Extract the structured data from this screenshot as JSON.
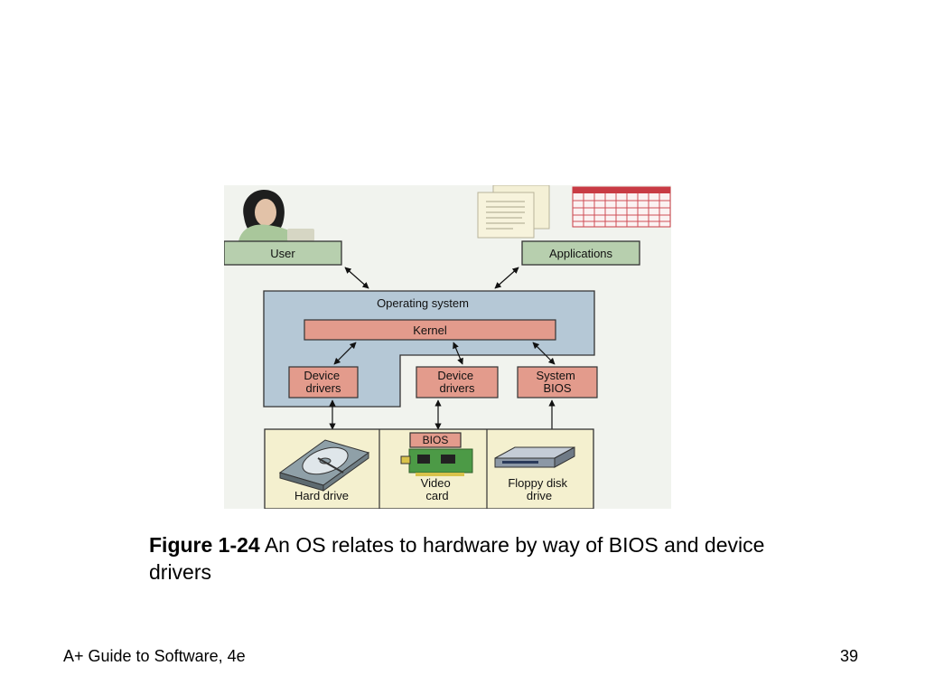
{
  "diagram": {
    "user_label": "User",
    "applications_label": "Applications",
    "os_label": "Operating system",
    "kernel_label": "Kernel",
    "device_drivers_1": [
      "Device",
      "drivers"
    ],
    "device_drivers_2": [
      "Device",
      "drivers"
    ],
    "system_bios": [
      "System",
      "BIOS"
    ],
    "bios_chip_label": "BIOS",
    "hard_drive_label": "Hard drive",
    "video_card": [
      "Video",
      "card"
    ],
    "floppy": [
      "Floppy disk",
      "drive"
    ],
    "colors": {
      "green_box": "#b7cfae",
      "os_fill": "#b5c8d6",
      "kernel_fill": "#e39b8c",
      "hardware_fill": "#f4f0cf",
      "border": "#333333"
    }
  },
  "caption": {
    "figure_number": "Figure 1-24",
    "text": " An OS relates to hardware by way of BIOS and device drivers"
  },
  "footer": {
    "title": "A+ Guide to Software, 4e",
    "page_number": "39"
  }
}
